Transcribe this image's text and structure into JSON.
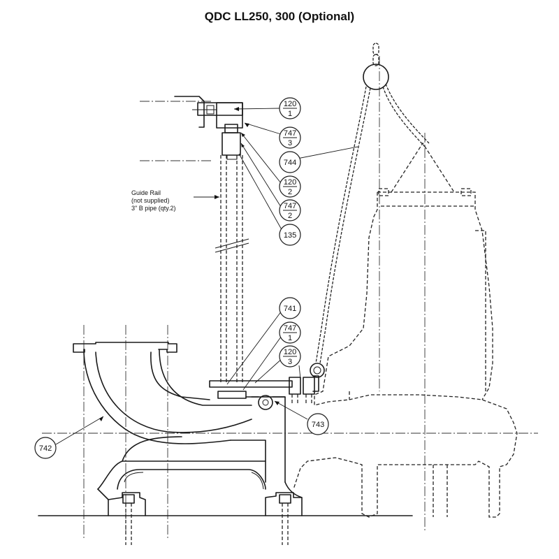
{
  "title": "QDC LL250, 300 (Optional)",
  "guide_rail_note": [
    "Guide Rail",
    "(not supplied)",
    "3\" B pipe (qty.2)"
  ],
  "callouts": [
    {
      "id": "c-120-1",
      "top": "120",
      "bottom": "1"
    },
    {
      "id": "c-747-3",
      "top": "747",
      "bottom": "3"
    },
    {
      "id": "c-744",
      "top": "744",
      "bottom": ""
    },
    {
      "id": "c-120-2",
      "top": "120",
      "bottom": "2"
    },
    {
      "id": "c-747-2",
      "top": "747",
      "bottom": "2"
    },
    {
      "id": "c-135",
      "top": "135",
      "bottom": ""
    },
    {
      "id": "c-741",
      "top": "741",
      "bottom": ""
    },
    {
      "id": "c-747-1",
      "top": "747",
      "bottom": "1"
    },
    {
      "id": "c-120-3",
      "top": "120",
      "bottom": "3"
    },
    {
      "id": "c-743",
      "top": "743",
      "bottom": ""
    },
    {
      "id": "c-742",
      "top": "742",
      "bottom": ""
    }
  ]
}
